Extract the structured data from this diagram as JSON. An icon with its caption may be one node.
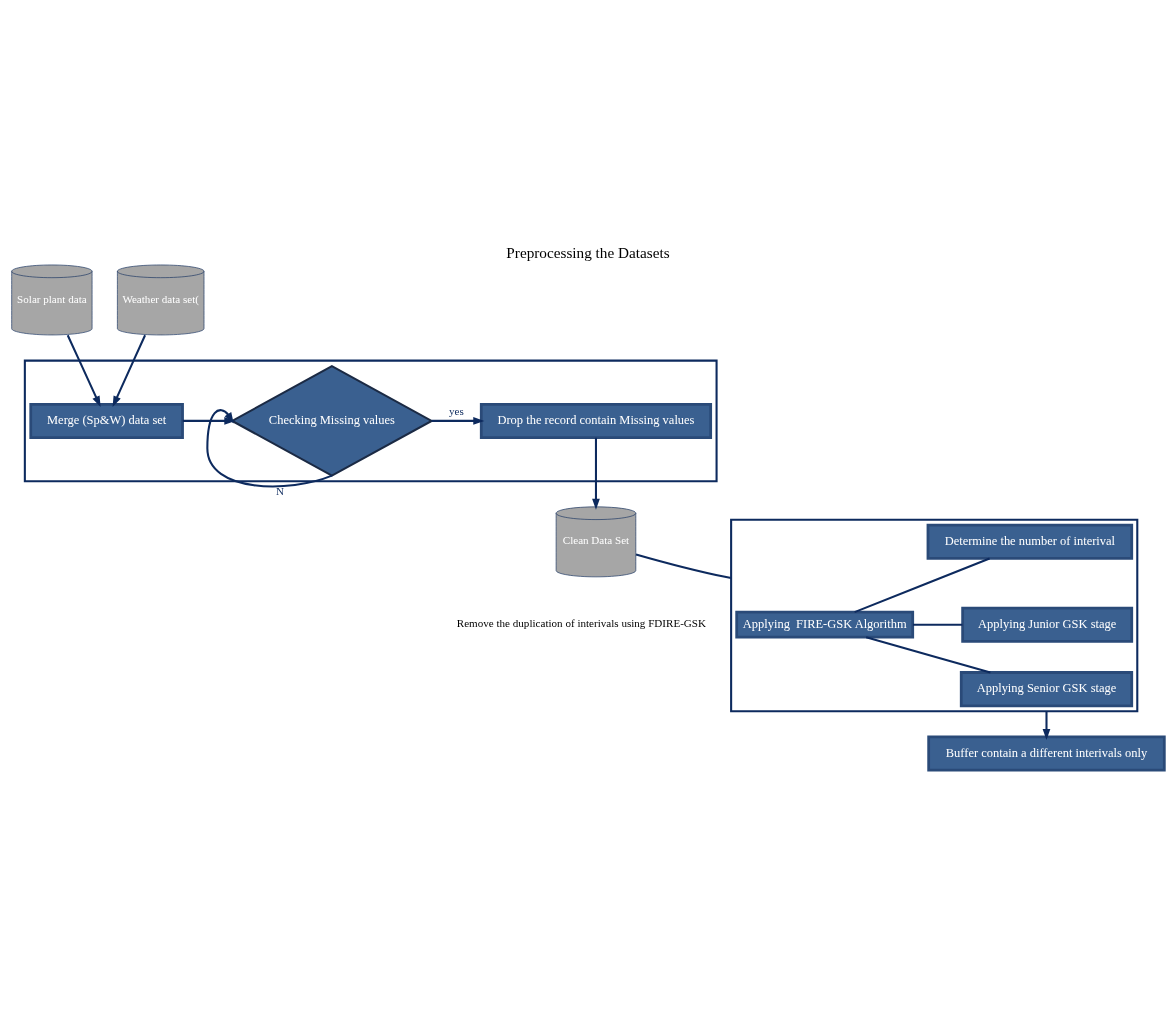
{
  "diagram": {
    "title": "Preprocessing the Datasets",
    "nodes": [
      {
        "text": [
          "Solar plant data"
        ]
      },
      {
        "text": [
          "Weather data set("
        ]
      },
      {
        "text": [],
        "shape": "box"
      },
      {
        "text": [
          "Merge (Sp&W) data set"
        ],
        "in": 2
      },
      {
        "text": [
          "Checking Missing values"
        ],
        "in": 2
      },
      {
        "text": [
          "Drop the record contain Missing values"
        ],
        "in": 2
      },
      {
        "text": [
          "Clean Data Set"
        ]
      },
      {
        "text": [],
        "shape": "box"
      },
      {
        "text": [
          "Applying  FIRE-GSK Algorithm"
        ],
        "in": 7
      },
      {
        "text": [
          "Determine the number of interival"
        ],
        "in": 7
      },
      {
        "text": [
          "Applying Junior GSK stage"
        ],
        "in": 7
      },
      {
        "text": [
          "Applying Senior GSK stage"
        ],
        "in": 7
      },
      {
        "text": [
          "Buffer contain a different interivals only"
        ]
      }
    ],
    "edges": [
      {
        "from": 0,
        "to": 3,
        "arrow": "to"
      },
      {
        "from": 1,
        "to": 3,
        "arrow": "to"
      },
      {
        "from": 3,
        "to": 4,
        "arrow": "to"
      },
      {
        "from": 4,
        "to": 4,
        "label": "N",
        "arrow": "to"
      },
      {
        "from": 4,
        "to": 5,
        "label": "yes",
        "arrow": "to"
      },
      {
        "from": 5,
        "to": 6,
        "arrow": "to"
      },
      {
        "from": 6,
        "to": 7,
        "arrow": "none"
      },
      {
        "from": 8,
        "to": 9,
        "arrow": "none"
      },
      {
        "from": 8,
        "to": 10,
        "arrow": "none"
      },
      {
        "from": 8,
        "to": 11,
        "arrow": "none"
      },
      {
        "from": 7,
        "to": 12,
        "arrow": "to"
      }
    ],
    "labels": [
      "Remove the duplication of interivals using FDIRE-GSK"
    ]
  }
}
